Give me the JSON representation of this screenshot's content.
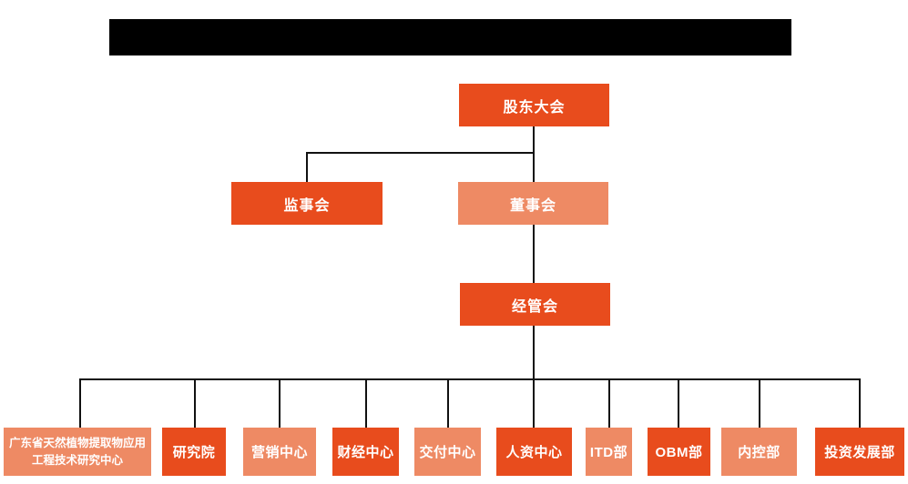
{
  "chart": {
    "nodes": {
      "shareholders": {
        "label": "股东大会",
        "variant": "dark"
      },
      "supervisory": {
        "label": "监事会",
        "variant": "dark"
      },
      "board": {
        "label": "董事会",
        "variant": "light"
      },
      "management": {
        "label": "经管会",
        "variant": "dark"
      },
      "departments": [
        {
          "label": "广东省天然植物提取物应用工程技术研究中心",
          "variant": "light"
        },
        {
          "label": "研究院",
          "variant": "dark"
        },
        {
          "label": "营销中心",
          "variant": "light"
        },
        {
          "label": "财经中心",
          "variant": "dark"
        },
        {
          "label": "交付中心",
          "variant": "light"
        },
        {
          "label": "人资中心",
          "variant": "dark"
        },
        {
          "label": "ITD部",
          "variant": "light"
        },
        {
          "label": "OBM部",
          "variant": "dark"
        },
        {
          "label": "内控部",
          "variant": "light"
        },
        {
          "label": "投资发展部",
          "variant": "dark"
        }
      ]
    }
  },
  "colors": {
    "node-dark": "#e84c1d",
    "node-light": "#ee8a64",
    "node-text": "#ffffff",
    "connector": "#111111",
    "redaction": "#000000",
    "background": "#ffffff"
  }
}
